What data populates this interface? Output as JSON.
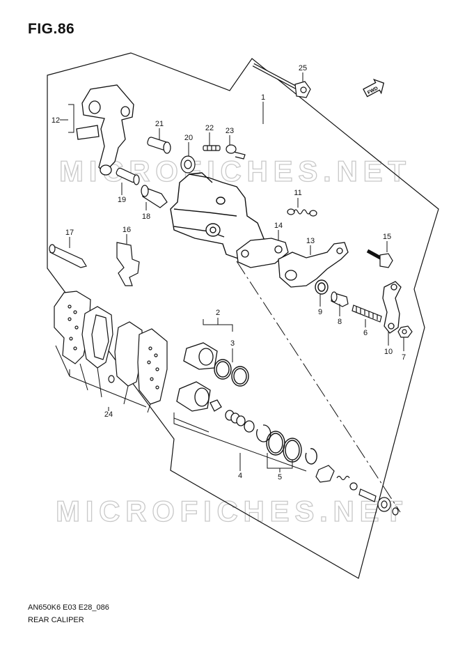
{
  "figure": {
    "title": "FIG.86",
    "code": "AN650K6 E03 E28_086",
    "name": "REAR CALIPER",
    "fwd_label": "FWD",
    "watermark": "MICROFICHES.NET"
  },
  "callouts": [
    "25",
    "1",
    "12",
    "21",
    "22",
    "23",
    "20",
    "11",
    "19",
    "18",
    "14",
    "13",
    "15",
    "17",
    "16",
    "9",
    "8",
    "6",
    "10",
    "7",
    "2",
    "3",
    "24",
    "4",
    "5"
  ]
}
